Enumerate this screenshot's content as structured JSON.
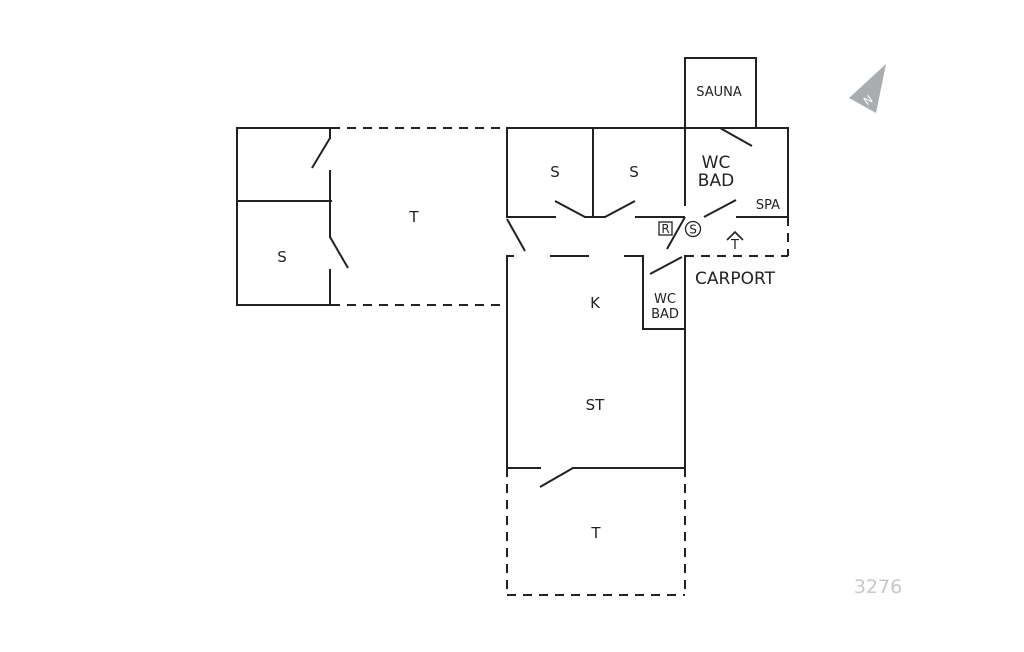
{
  "rooms": {
    "bedroom_west": "S",
    "terrace_west": "T",
    "bedroom_1": "S",
    "bedroom_2": "S",
    "wc_bath_north": [
      "WC",
      "BAD"
    ],
    "sauna": "SAUNA",
    "spa": "SPA",
    "carport": "CARPORT",
    "kitchen": "K",
    "wc_bath_small": [
      "WC",
      "BAD"
    ],
    "living": "ST",
    "terrace_south": "T"
  },
  "symbols": {
    "r_box": "R",
    "s_circle": "S",
    "entrance": "T"
  },
  "compass": {
    "label": "N",
    "icon": "north-arrow-icon"
  },
  "plan_code": "3276",
  "colors": {
    "line": "#222222",
    "code": "#c8c8c8",
    "compass": "#a9adb0"
  }
}
